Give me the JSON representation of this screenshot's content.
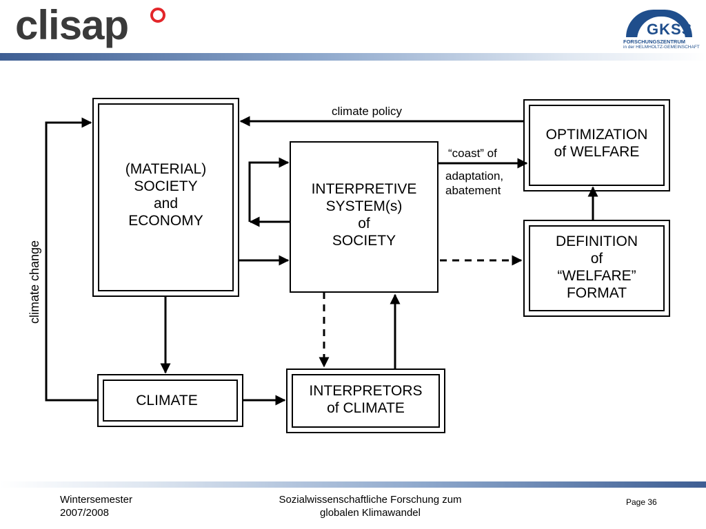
{
  "header": {
    "clisap_logo": "clisap",
    "gkss_logo": {
      "name": "GKSS",
      "line1": "FORSCHUNGSZENTRUM",
      "line2": "in der HELMHOLTZ-GEMEINSCHAFT"
    }
  },
  "diagram": {
    "nodes": {
      "society": [
        "(MATERIAL)",
        "SOCIETY",
        "and",
        "ECONOMY"
      ],
      "interpretive": [
        "INTERPRETIVE",
        "SYSTEM(s)",
        "of",
        "SOCIETY"
      ],
      "optimization": [
        "OPTIMIZATION",
        "of WELFARE"
      ],
      "definition": [
        "DEFINITION",
        "of",
        "“WELFARE”",
        "FORMAT"
      ],
      "climate": [
        "CLIMATE"
      ],
      "interpretors": [
        "INTERPRETORS",
        "of CLIMATE"
      ]
    },
    "edge_labels": {
      "climate_policy": "climate policy",
      "coast_of": "“coast” of",
      "adaptation": "adaptation,",
      "abatement": "abatement",
      "climate_change": "climate change"
    }
  },
  "footer": {
    "left": [
      "Wintersemester",
      "2007/2008"
    ],
    "center": [
      "Sozialwissenschaftliche Forschung zum",
      "globalen Klimawandel"
    ],
    "page": "Page 36"
  }
}
